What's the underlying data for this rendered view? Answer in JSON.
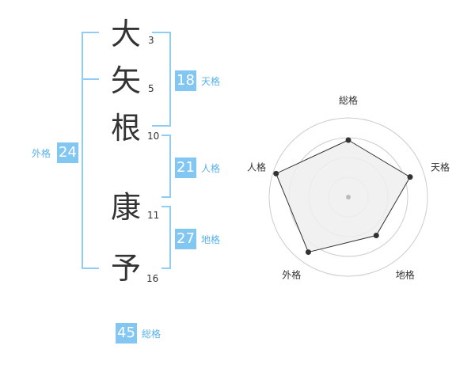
{
  "name_characters": [
    {
      "char": "大",
      "strokes": "3"
    },
    {
      "char": "矢",
      "strokes": "5"
    },
    {
      "char": "根",
      "strokes": "10"
    },
    {
      "char": "康",
      "strokes": "11"
    },
    {
      "char": "予",
      "strokes": "16"
    }
  ],
  "fortune": {
    "tenkaku": {
      "value": "18",
      "label": "天格"
    },
    "jinkaku": {
      "value": "21",
      "label": "人格"
    },
    "chikaku": {
      "value": "27",
      "label": "地格"
    },
    "gaikaku": {
      "value": "24",
      "label": "外格"
    },
    "soukaku": {
      "value": "45",
      "label": "総格"
    }
  },
  "radar": {
    "axes": [
      {
        "label": "総格",
        "value": 0.72
      },
      {
        "label": "天格",
        "value": 0.82
      },
      {
        "label": "地格",
        "value": 0.6
      },
      {
        "label": "外格",
        "value": 0.86
      },
      {
        "label": "人格",
        "value": 0.96
      }
    ],
    "rings": 4,
    "fill_color": "#eeeeee",
    "line_color": "#333333",
    "ring_color": "#cccccc",
    "center_color": "#bbbbbb"
  }
}
